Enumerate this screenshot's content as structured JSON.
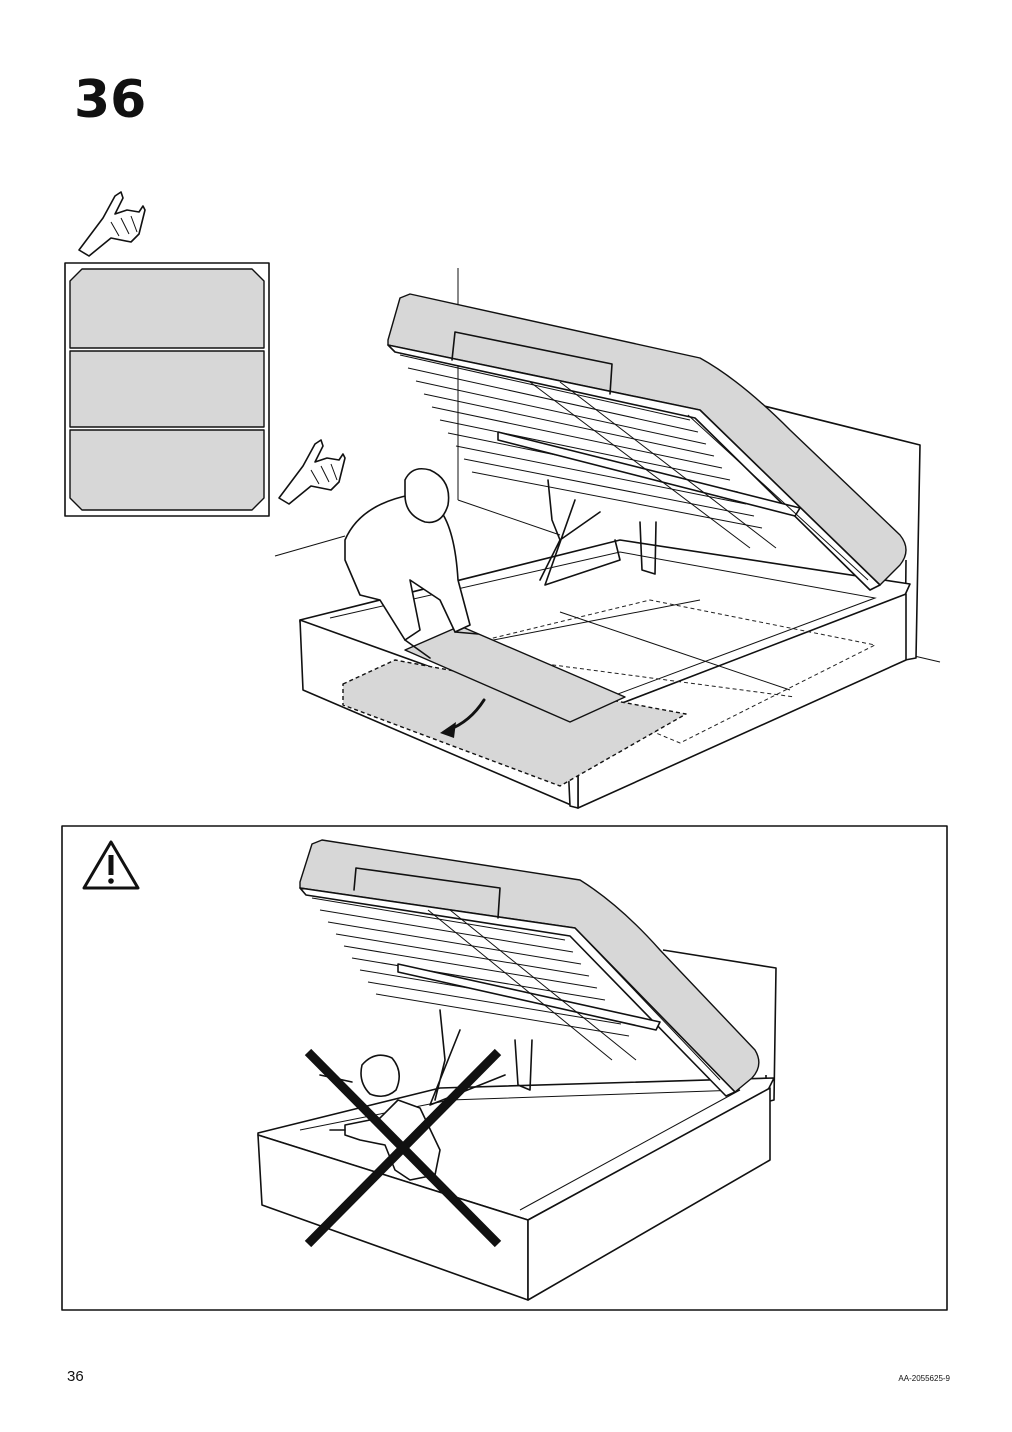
{
  "step": {
    "number": "36"
  },
  "footer": {
    "page_number": "36",
    "doc_code": "AA-2055625-9"
  },
  "icons": {
    "hand_top": "hand-press-icon",
    "hand_mid": "hand-press-icon",
    "warning": "warning-triangle-icon",
    "prohibit": "prohibit-cross-icon"
  },
  "legend_panels": {
    "count": 3,
    "fill": "#d7d7d7"
  },
  "colors": {
    "line": "#111111",
    "panel_fill": "#d7d7d7",
    "background": "#ffffff"
  }
}
